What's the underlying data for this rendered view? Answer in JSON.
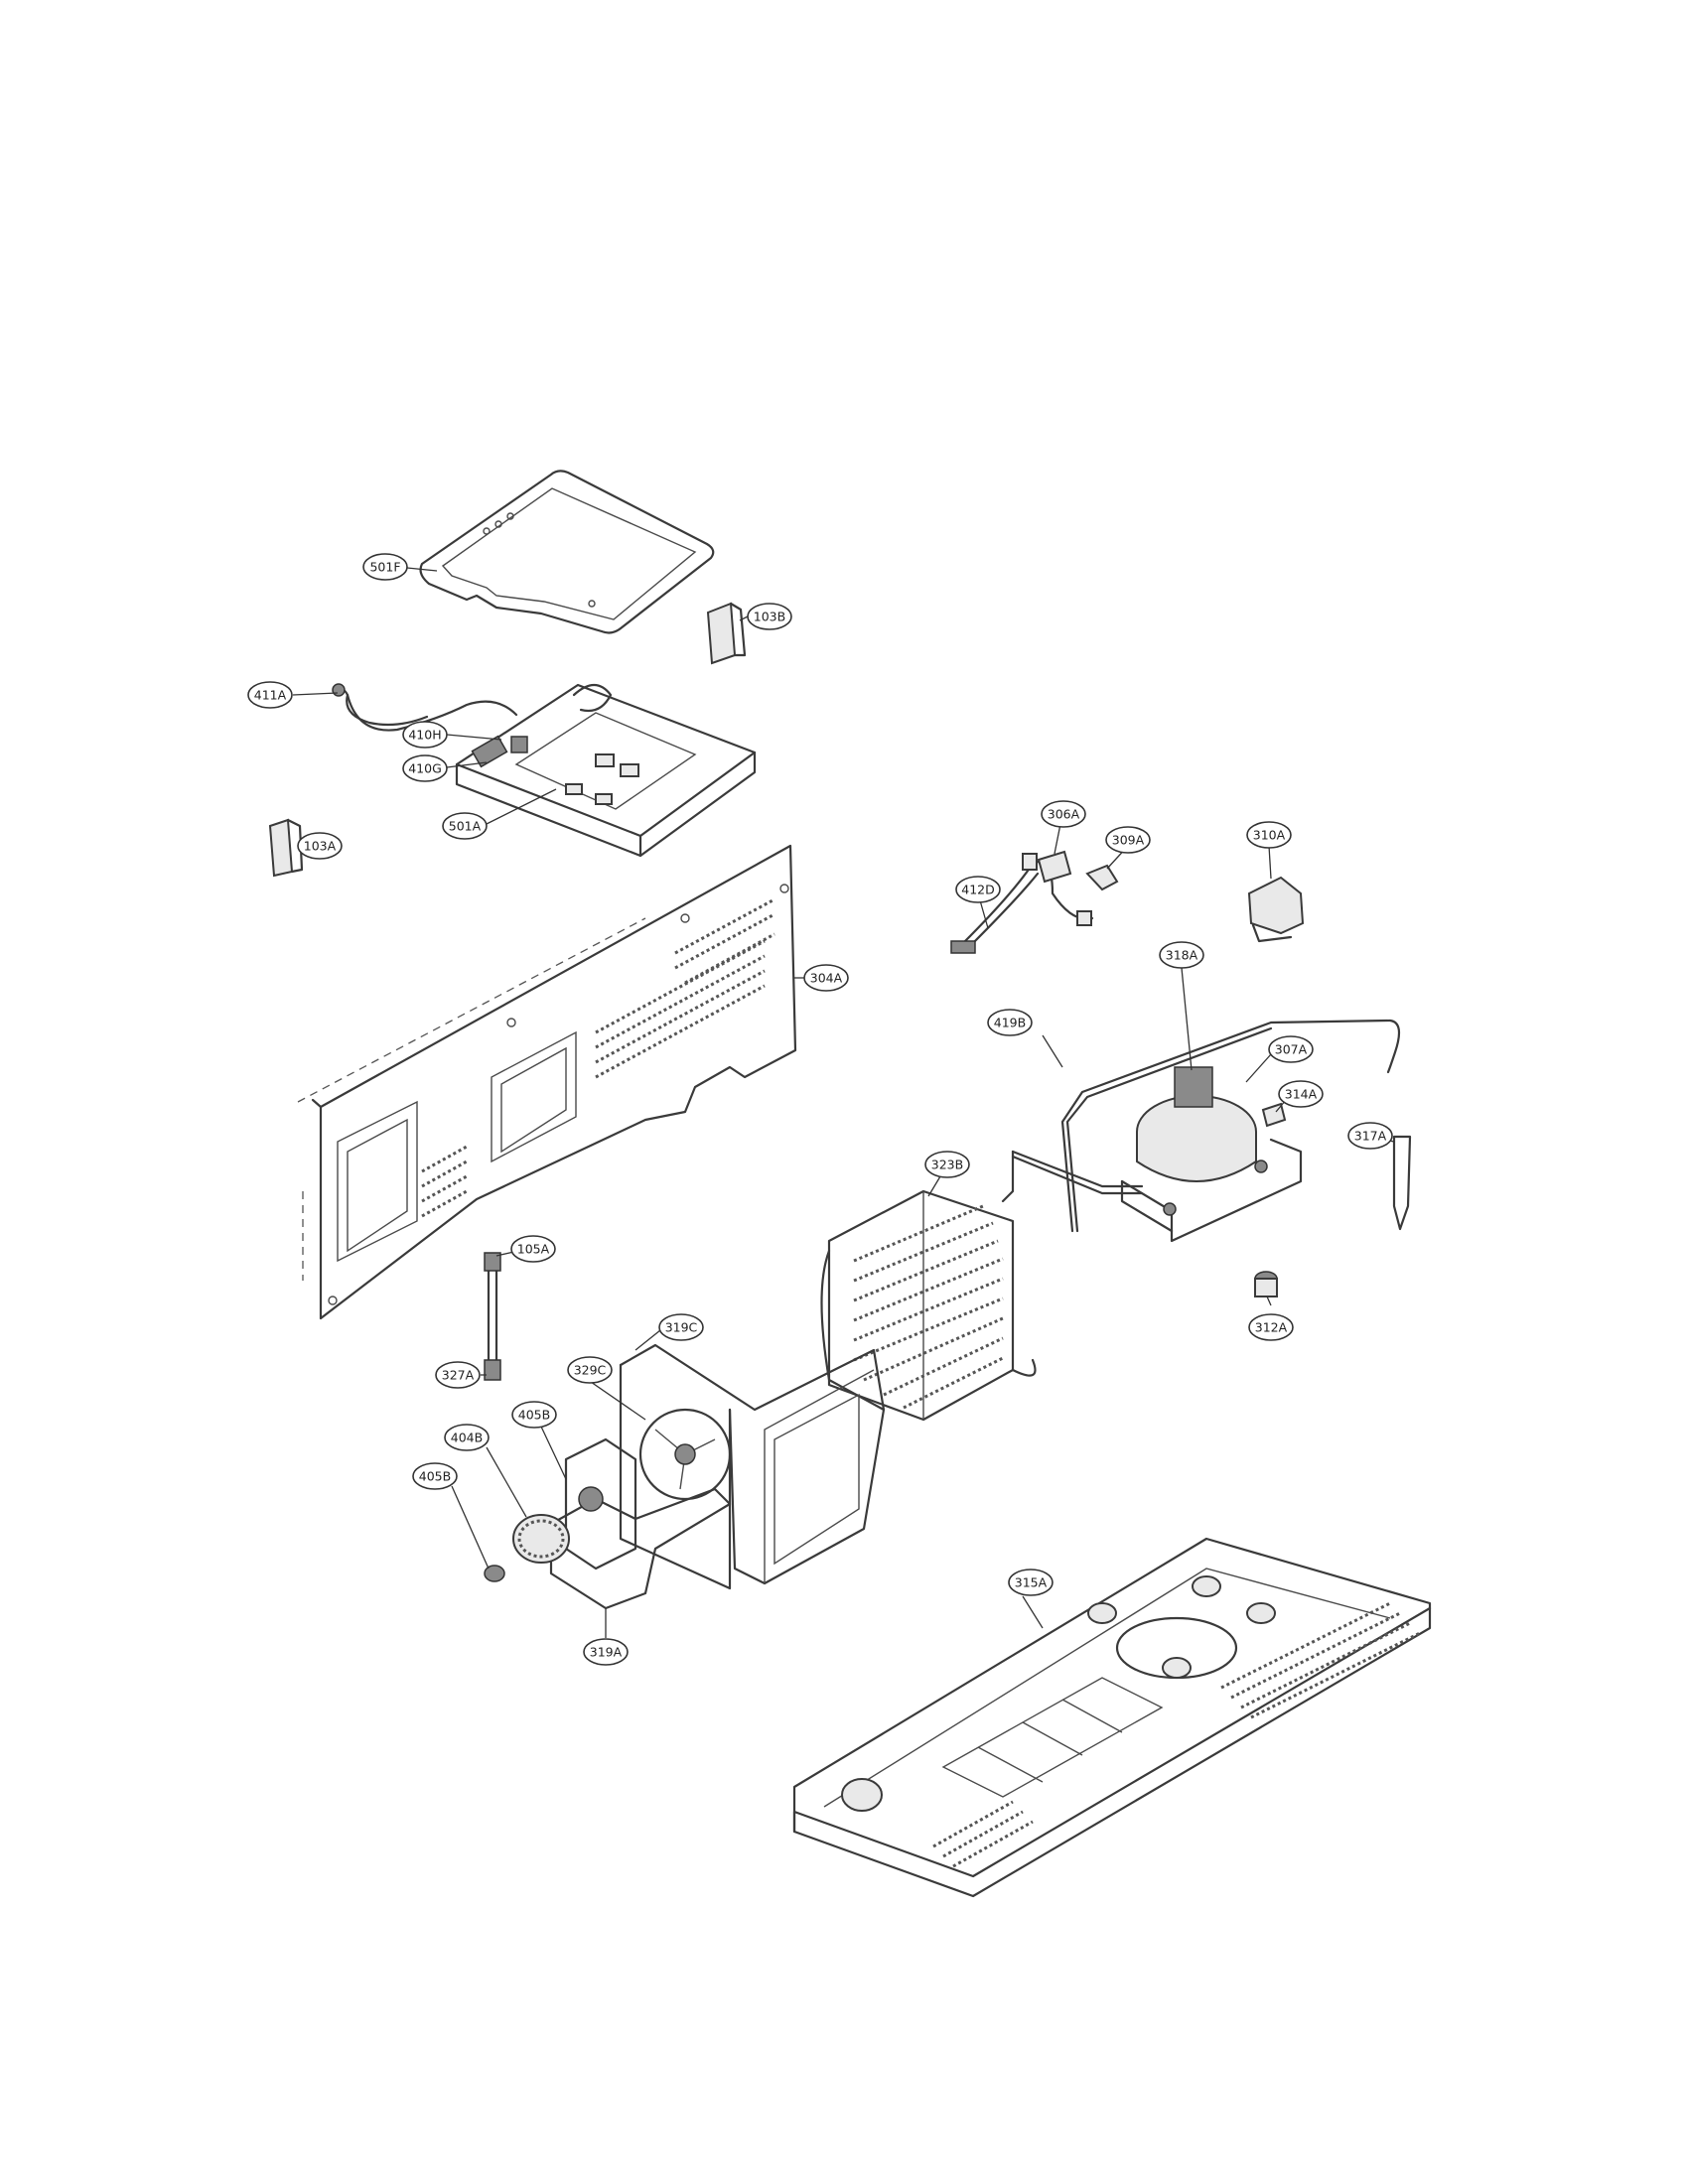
{
  "callouts": [
    {
      "id": "501F"
    },
    {
      "id": "103B"
    },
    {
      "id": "411A"
    },
    {
      "id": "410H"
    },
    {
      "id": "410G"
    },
    {
      "id": "501A"
    },
    {
      "id": "103A"
    },
    {
      "id": "306A"
    },
    {
      "id": "309A"
    },
    {
      "id": "310A"
    },
    {
      "id": "412D"
    },
    {
      "id": "304A"
    },
    {
      "id": "318A"
    },
    {
      "id": "307A"
    },
    {
      "id": "419B"
    },
    {
      "id": "314A"
    },
    {
      "id": "317A"
    },
    {
      "id": "323B"
    },
    {
      "id": "105A"
    },
    {
      "id": "312A"
    },
    {
      "id": "319C"
    },
    {
      "id": "327A"
    },
    {
      "id": "329C"
    },
    {
      "id": "405B"
    },
    {
      "id": "404B"
    },
    {
      "id": "405B"
    },
    {
      "id": "319A"
    },
    {
      "id": "315A"
    }
  ]
}
